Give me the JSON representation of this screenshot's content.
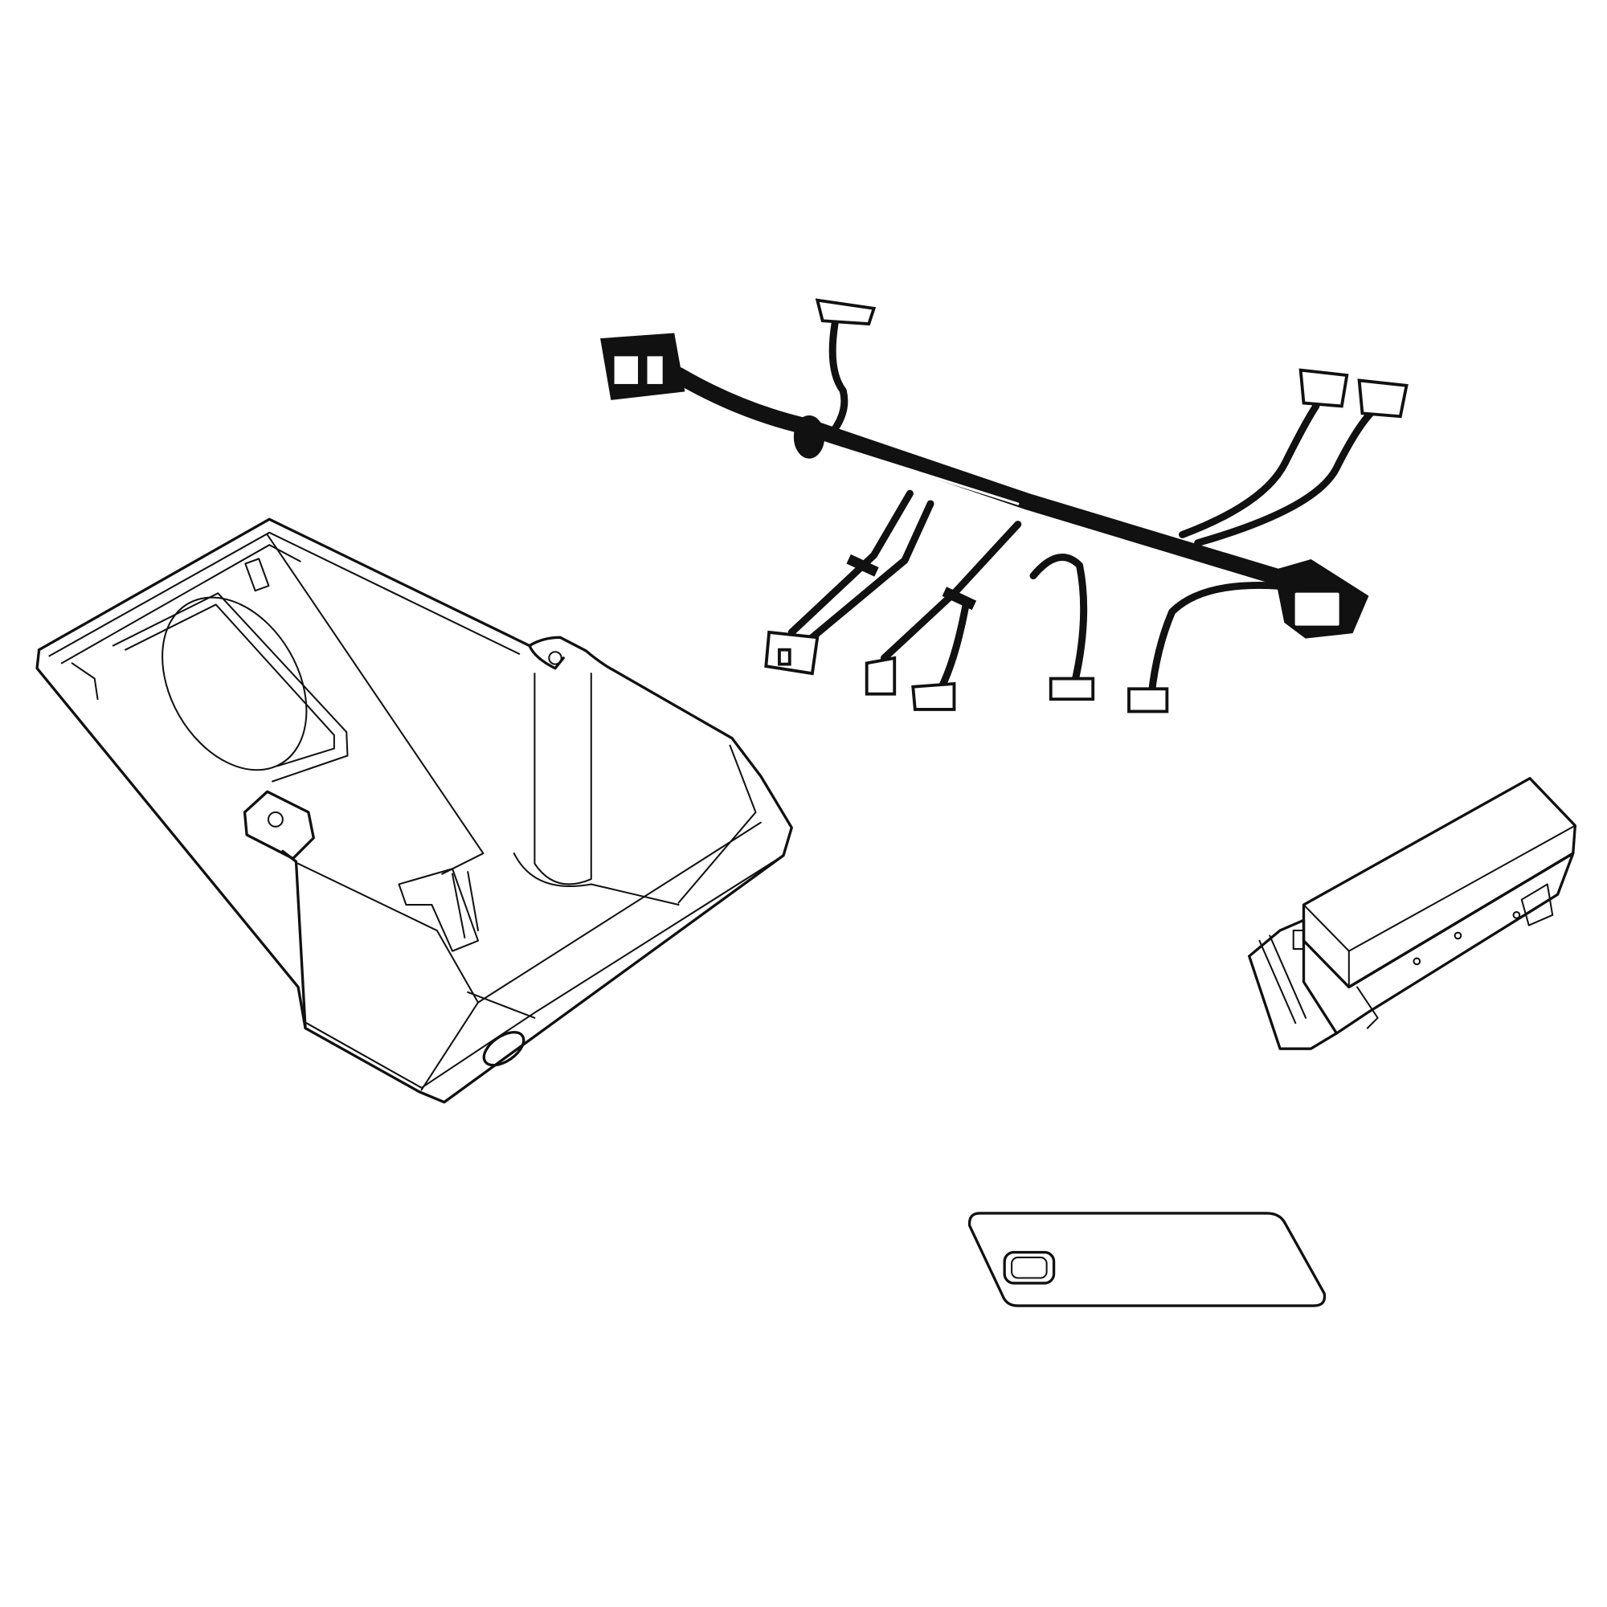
{
  "diagram": {
    "background_color": "#ffffff",
    "line_color": "#111111",
    "parts": [
      {
        "name": "mounting-housing"
      },
      {
        "name": "wire-harness"
      },
      {
        "name": "control-module"
      },
      {
        "name": "cover-plate"
      }
    ]
  }
}
